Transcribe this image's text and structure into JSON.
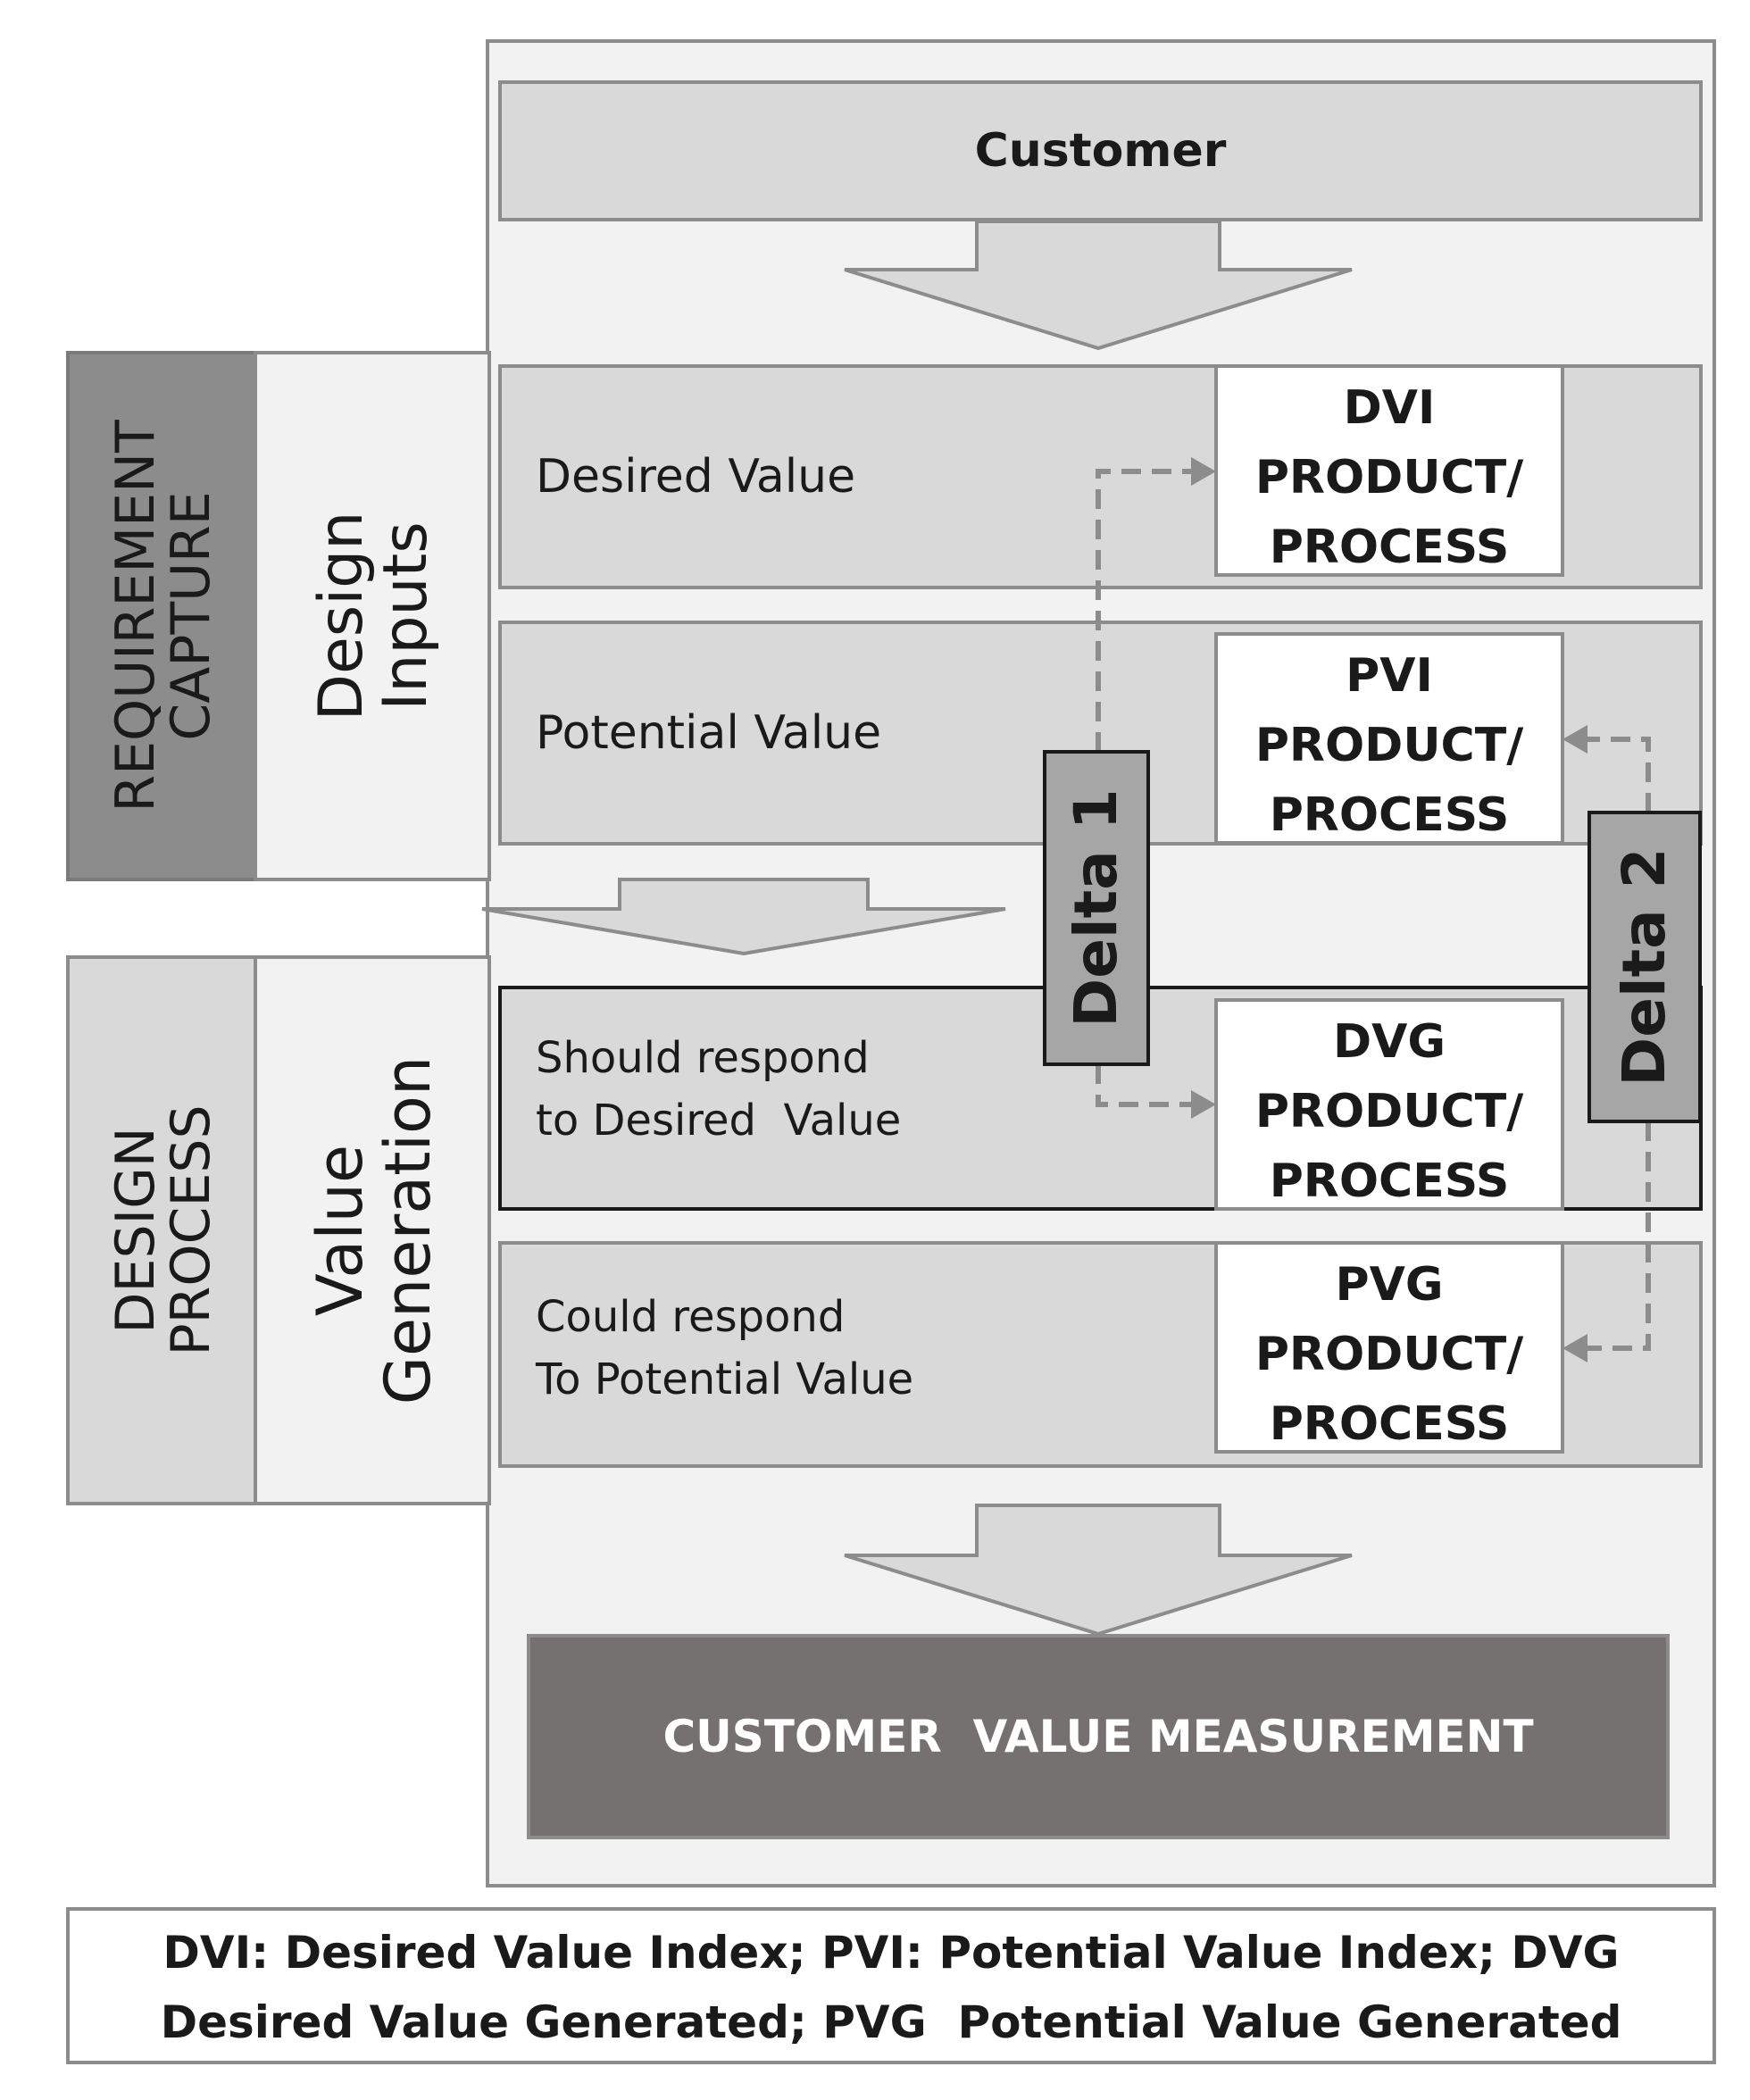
{
  "customer": "Customer",
  "side_panels": {
    "requirement_capture": [
      "REQUIREMENT",
      "CAPTURE"
    ],
    "design_inputs": [
      "Design",
      "Inputs"
    ],
    "design_process": [
      "DESIGN",
      "PROCESS"
    ],
    "value_generation": [
      "Value",
      "Generation"
    ]
  },
  "rows": {
    "desired_value": "Desired Value",
    "potential_value": "Potential Value",
    "should_respond": [
      "Should respond",
      "to Desired  Value"
    ],
    "could_respond": [
      "Could respond",
      "To Potential Value"
    ]
  },
  "boxes": {
    "dvi": [
      "DVI",
      "PRODUCT/",
      "PROCESS"
    ],
    "pvi": [
      "PVI",
      "PRODUCT/",
      "PROCESS"
    ],
    "dvg": [
      "DVG",
      "PRODUCT/",
      "PROCESS"
    ],
    "pvg": [
      "PVG",
      "PRODUCT/",
      "PROCESS"
    ]
  },
  "deltas": {
    "delta1": "Delta 1",
    "delta2": "Delta 2"
  },
  "measurement": "CUSTOMER  VALUE MEASUREMENT",
  "legend": [
    "DVI: Desired Value Index; PVI: Potential Value Index; DVG",
    "Desired Value Generated; PVG  Potential Value Generated"
  ],
  "colors": {
    "panel_light": "#f2f2f2",
    "row_fill": "#d9d9d9",
    "dark_panel": "#8c8c8c",
    "measurement_fill": "#767171",
    "border": "#8c8c8c"
  }
}
